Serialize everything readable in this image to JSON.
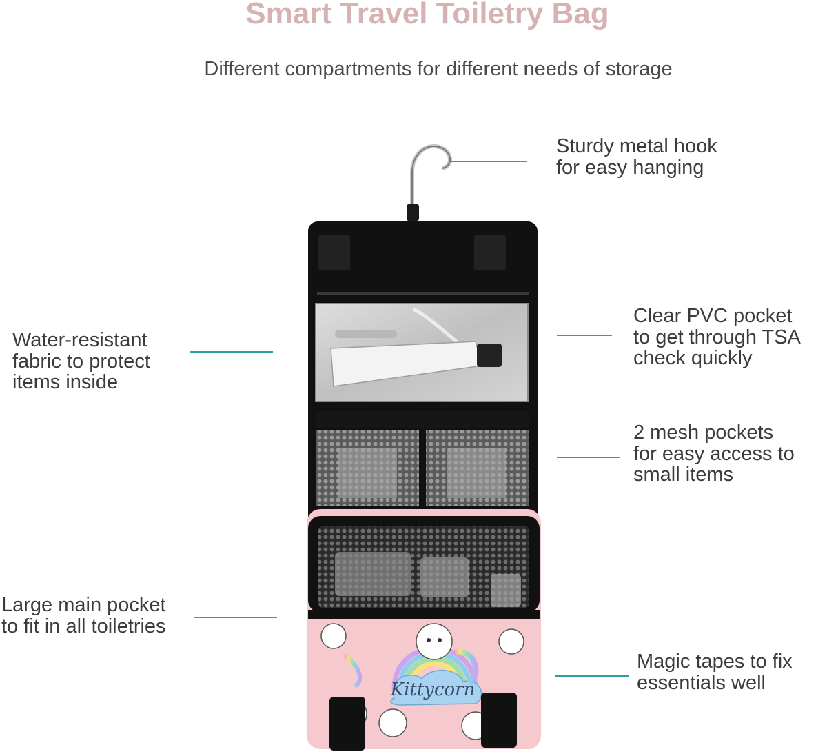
{
  "header": {
    "title": "Smart Travel Toiletry Bag",
    "subtitle": "Different compartments for different needs of storage"
  },
  "colors": {
    "title": "#d7b2b5",
    "leader_line": "#2f9ea3",
    "text": "#3b3b3b",
    "bag_body": "#111111",
    "print_background": "#f5c9cd"
  },
  "callouts": {
    "hook": {
      "lines": [
        "Sturdy metal hook",
        "for easy hanging"
      ]
    },
    "fabric": {
      "lines": [
        "Water-resistant",
        "fabric to protect",
        "items inside"
      ]
    },
    "pvc": {
      "lines": [
        "Clear PVC pocket",
        "to get through TSA",
        "check quickly"
      ]
    },
    "mesh": {
      "lines": [
        "2 mesh pockets",
        "for easy access to",
        "small items"
      ]
    },
    "main": {
      "lines": [
        "Large main pocket",
        "to fit in all toiletries"
      ]
    },
    "tapes": {
      "lines": [
        "Magic tapes to fix",
        "essentials well"
      ]
    }
  },
  "product": {
    "print_label": "Kittycorn"
  }
}
